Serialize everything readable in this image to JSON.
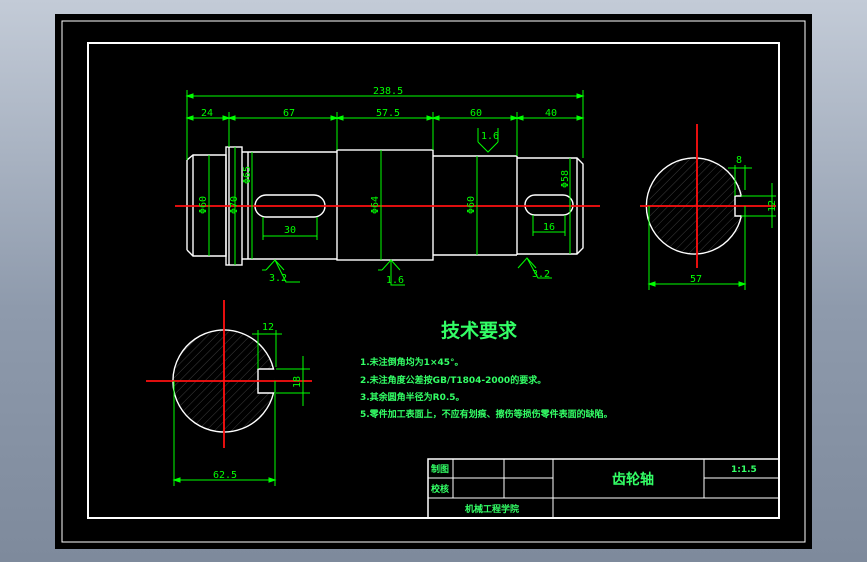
{
  "colors": {
    "outline": "#ffffff",
    "dimension": "#00ff00",
    "centerline": "#ff1010",
    "title_text": "#33ff66",
    "hatch": "#4d4d4d",
    "background": "#000000"
  },
  "dimensions": {
    "overall_length": "238.5",
    "seg_24": "24",
    "seg_67": "67",
    "seg_57_5": "57.5",
    "seg_60": "60",
    "seg_40": "40",
    "chamfer_1_6": "1.6",
    "dia_60_left": "Φ60",
    "dia_70": "Φ70",
    "dia_65_left": "Φ65",
    "dia_64": "Φ64",
    "dia_60_right": "Φ60",
    "dia_58": "Φ58",
    "keyway_len_left": "30",
    "keyway_len_right": "16",
    "roughness_left": "3.2",
    "roughness_mid": "1.6",
    "roughness_right": "3.2",
    "section_right_key_width": "8",
    "section_right_key_depth": "12",
    "section_right_diameter": "57",
    "section_left_key_width": "12",
    "section_left_key_depth": "18",
    "section_left_diameter": "62.5"
  },
  "tech_requirements": {
    "title": "技术要求",
    "items": [
      "1.未注倒角均为1×45°。",
      "2.未注角度公差按GB/T1804-2000的要求。",
      "3.其余圆角半径为R0.5。",
      "5.零件加工表面上，不应有划痕、擦伤等损伤零件表面的缺陷。"
    ]
  },
  "title_block": {
    "drawn_label": "制图",
    "checked_label": "校核",
    "part_name": "齿轮轴",
    "scale": "1:1.5",
    "school": "机械工程学院"
  }
}
